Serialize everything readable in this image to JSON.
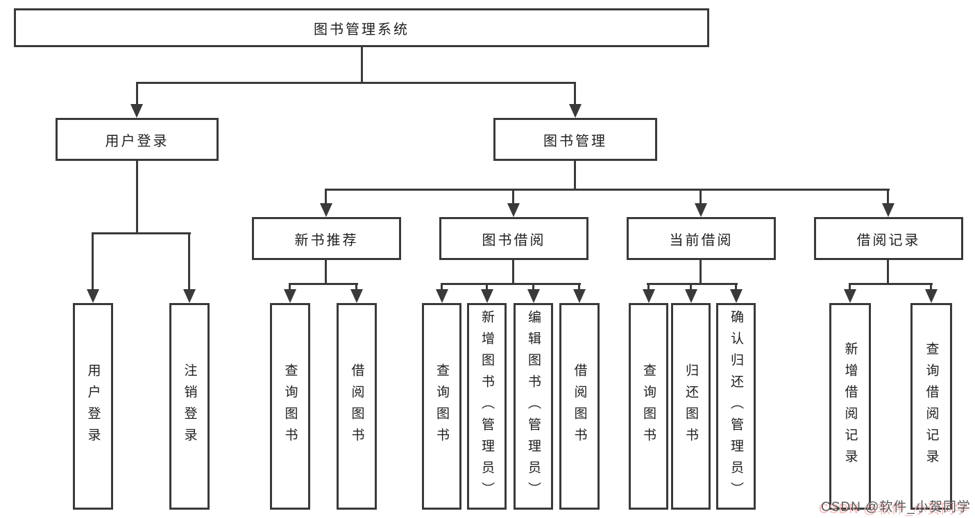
{
  "tree": {
    "label": "图书管理系统",
    "children": [
      {
        "label": "用户登录",
        "children": [
          {
            "label": "用户登录"
          },
          {
            "label": "注销登录"
          }
        ]
      },
      {
        "label": "图书管理",
        "children": [
          {
            "label": "新书推荐",
            "children": [
              {
                "label": "查询图书"
              },
              {
                "label": "借阅图书"
              }
            ]
          },
          {
            "label": "图书借阅",
            "children": [
              {
                "label": "查询图书"
              },
              {
                "label": "新增图书（管理员）"
              },
              {
                "label": "编辑图书（管理员）"
              },
              {
                "label": "借阅图书"
              }
            ]
          },
          {
            "label": "当前借阅",
            "children": [
              {
                "label": "查询图书"
              },
              {
                "label": "归还图书"
              },
              {
                "label": "确认归还（管理员）"
              }
            ]
          },
          {
            "label": "借阅记录",
            "children": [
              {
                "label": "新增借阅记录"
              },
              {
                "label": "查询借阅记录"
              }
            ]
          }
        ]
      }
    ]
  },
  "watermark": {
    "text": "CSDN @软件_小贺同学"
  },
  "colors": {
    "line": "#3a3a3a",
    "text": "#1f1f1f",
    "background": "#ffffff",
    "watermark_text": "#595959",
    "watermark_shadow": "#f5b9b9"
  }
}
